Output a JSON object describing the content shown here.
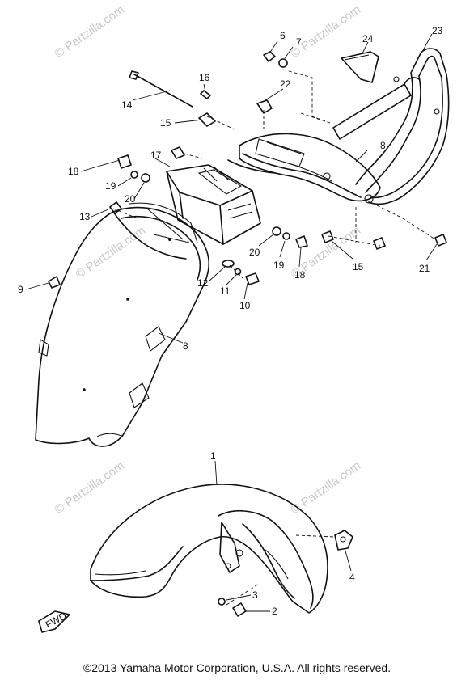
{
  "diagram": {
    "watermark": "© Partzilla.com",
    "copyright": "©2013  Yamaha Motor Corporation, U.S.A. All rights reserved.",
    "fwd_label": "FWD",
    "callouts": {
      "c1": "1",
      "c2": "2",
      "c3": "3",
      "c4": "4",
      "c6": "6",
      "c7": "7",
      "c8a": "8",
      "c8b": "8",
      "c9": "9",
      "c10": "10",
      "c11": "11",
      "c12": "12",
      "c13": "13",
      "c14": "14",
      "c15a": "15",
      "c15b": "15",
      "c16": "16",
      "c17": "17",
      "c18a": "18",
      "c18b": "18",
      "c19a": "19",
      "c19b": "19",
      "c20a": "20",
      "c20b": "20",
      "c21": "21",
      "c22": "22",
      "c23": "23",
      "c24": "24"
    }
  }
}
